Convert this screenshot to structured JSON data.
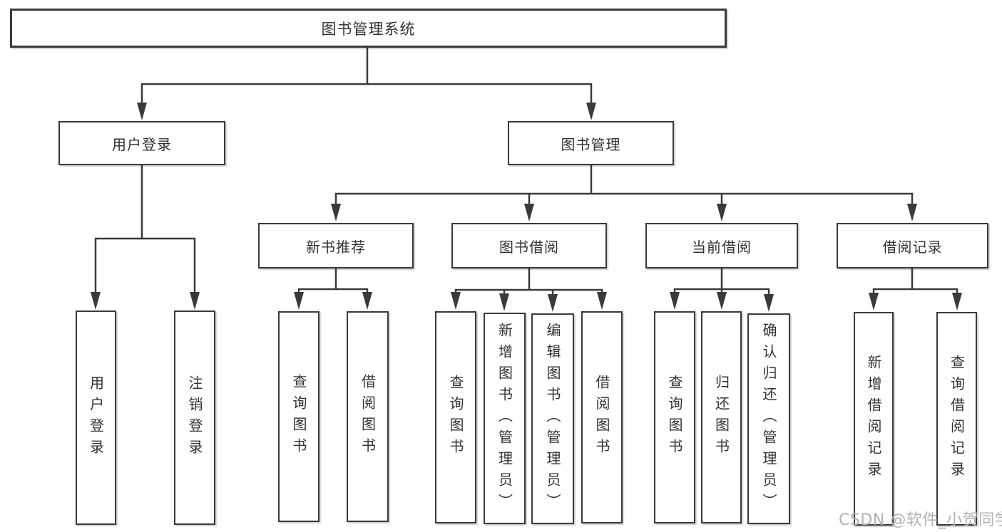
{
  "diagram": {
    "root": {
      "label": "图书管理系统"
    },
    "branches": [
      {
        "label": "用户登录",
        "children": [
          {
            "label": "用户登录"
          },
          {
            "label": "注销登录"
          }
        ]
      },
      {
        "label": "图书管理",
        "children": [
          {
            "label": "新书推荐",
            "children": [
              {
                "label": "查询图书"
              },
              {
                "label": "借阅图书"
              }
            ]
          },
          {
            "label": "图书借阅",
            "children": [
              {
                "label": "查询图书"
              },
              {
                "label": "新增图书（管理员）"
              },
              {
                "label": "编辑图书（管理员）"
              },
              {
                "label": "借阅图书"
              }
            ]
          },
          {
            "label": "当前借阅",
            "children": [
              {
                "label": "查询图书"
              },
              {
                "label": "归还图书"
              },
              {
                "label": "确认归还（管理员）"
              }
            ]
          },
          {
            "label": "借阅记录",
            "children": [
              {
                "label": "新增借阅记录"
              },
              {
                "label": "查询借阅记录"
              }
            ]
          }
        ]
      }
    ]
  },
  "watermark": {
    "text": "CSDN @软件_小贺同学"
  },
  "colors": {
    "line": "#3a3a3a",
    "text": "#333333",
    "box_background": "#ffffff",
    "page_background": "#ffffff",
    "watermark": "#b2b2b2"
  }
}
